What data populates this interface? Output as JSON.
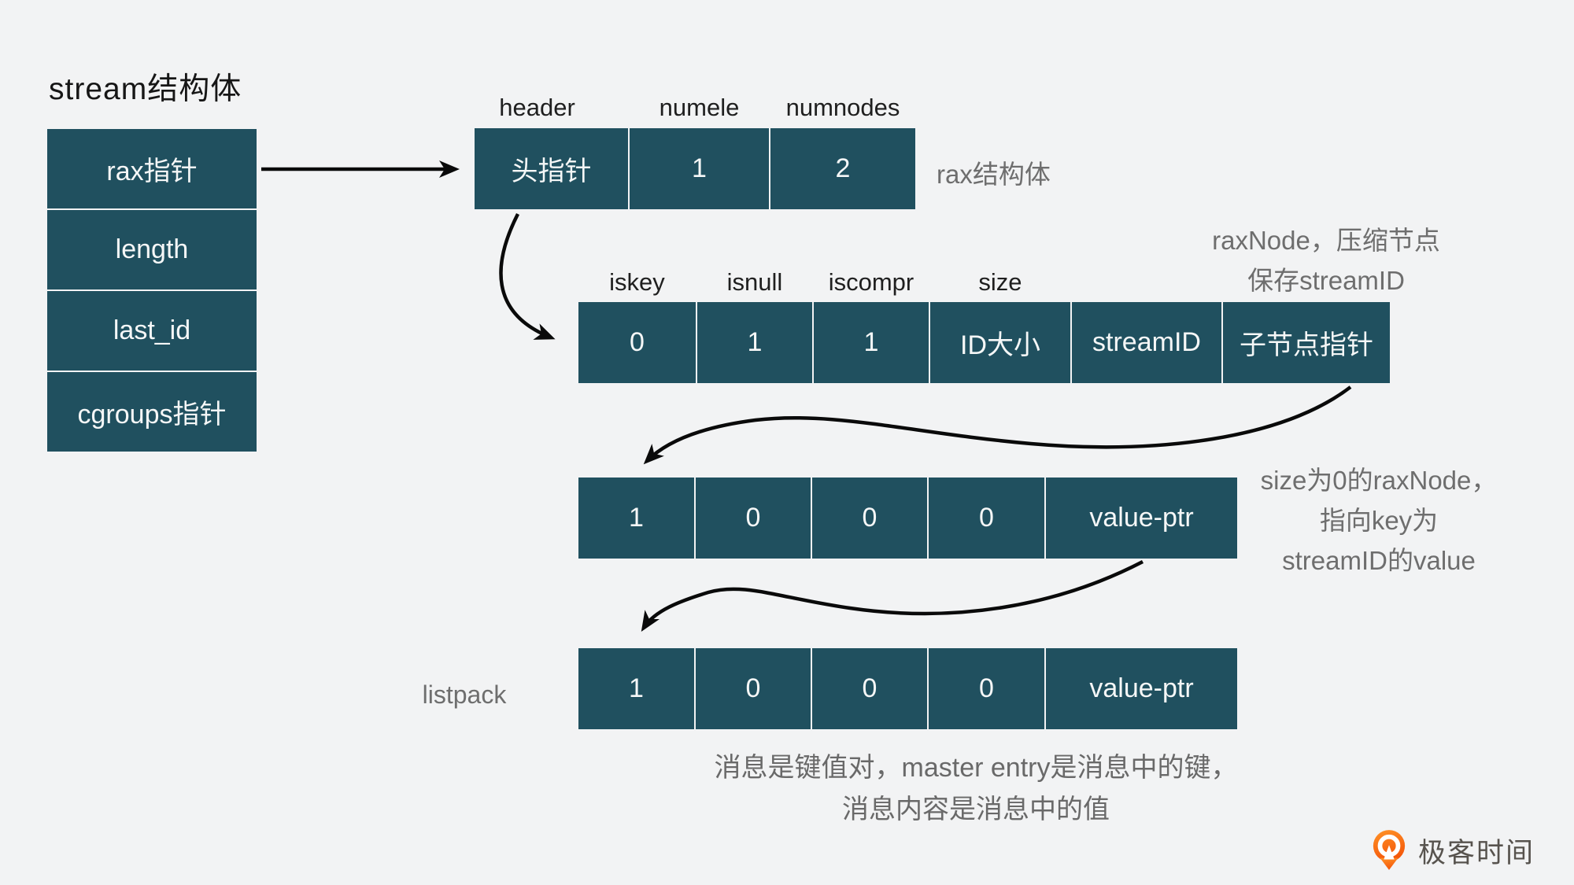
{
  "title": "stream结构体",
  "stream_struct": {
    "cells": [
      "rax指针",
      "length",
      "last_id",
      "cgroups指针"
    ]
  },
  "rax_struct": {
    "labels": [
      "header",
      "numele",
      "numnodes"
    ],
    "cells": [
      "头指针",
      "1",
      "2"
    ],
    "caption": "rax结构体"
  },
  "rax_node": {
    "labels": [
      "iskey",
      "isnull",
      "iscompr",
      "size"
    ],
    "cells": [
      "0",
      "1",
      "1",
      "ID大小",
      "streamID",
      "子节点指针"
    ],
    "annotation_line1": "raxNode，压缩节点",
    "annotation_line2": "保存streamID"
  },
  "value_node": {
    "cells": [
      "1",
      "0",
      "0",
      "0",
      "value-ptr"
    ],
    "annotation_line1": "size为0的raxNode，",
    "annotation_line2": "指向key为",
    "annotation_line3": "streamID的value"
  },
  "listpack_node": {
    "label": "listpack",
    "cells": [
      "1",
      "0",
      "0",
      "0",
      "value-ptr"
    ]
  },
  "caption": {
    "line1": "消息是键值对，master entry是消息中的键，",
    "line2": "消息内容是消息中的值"
  },
  "logo": {
    "text": "极客时间"
  },
  "colors": {
    "background": "#F2F3F4",
    "box_teal": "#20505F",
    "box_text": "#F5F7F7",
    "label_black": "#1F1F1F",
    "note_gray": "#6E6E6E",
    "arrow_black": "#0A0A0A",
    "logo_orange_top": "#FF9327",
    "logo_orange_bottom": "#F4570A"
  }
}
